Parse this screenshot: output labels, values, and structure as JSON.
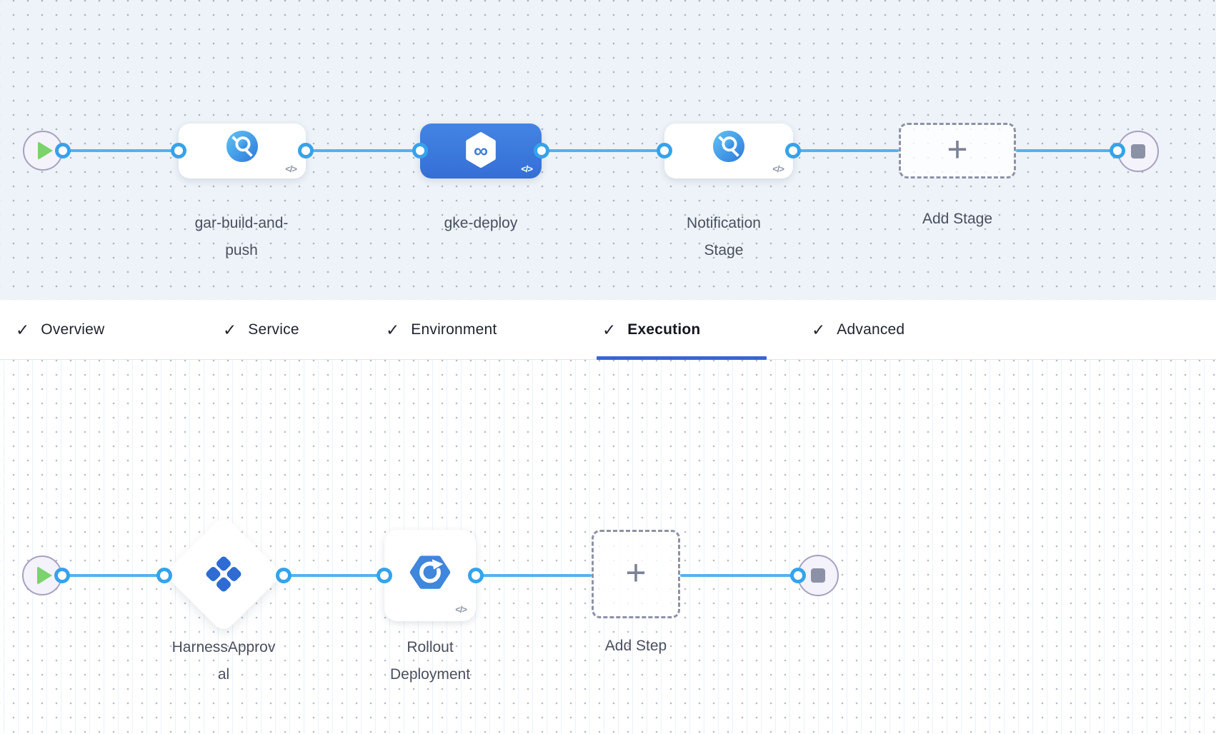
{
  "stage_flow": {
    "start": {
      "icon": "play-icon"
    },
    "end": {
      "icon": "stop-icon"
    },
    "stages": [
      {
        "label": "gar-build-and-push",
        "label_lines": [
          "gar-build-and-",
          "push"
        ],
        "icon": "build-stage-icon",
        "selected": false,
        "code_badge": "</>"
      },
      {
        "label": "gke-deploy",
        "label_lines": [
          "gke-deploy"
        ],
        "icon": "deploy-stage-icon",
        "selected": true,
        "code_badge": "</>"
      },
      {
        "label": "Notification Stage",
        "label_lines": [
          "Notification",
          "Stage"
        ],
        "icon": "build-stage-icon",
        "selected": false,
        "code_badge": "</>"
      }
    ],
    "add_stage_label": "Add Stage"
  },
  "tabs": [
    {
      "label": "Overview",
      "checked": true,
      "active": false
    },
    {
      "label": "Service",
      "checked": true,
      "active": false
    },
    {
      "label": "Environment",
      "checked": true,
      "active": false
    },
    {
      "label": "Execution",
      "checked": true,
      "active": true
    },
    {
      "label": "Advanced",
      "checked": true,
      "active": false
    }
  ],
  "execution_flow": {
    "start": {
      "icon": "play-icon"
    },
    "end": {
      "icon": "stop-icon"
    },
    "steps": [
      {
        "label": "HarnessApproval",
        "label_lines": [
          "HarnessApprov",
          "al"
        ],
        "icon": "approval-step-icon",
        "shape": "diamond"
      },
      {
        "label": "Rollout Deployment",
        "label_lines": [
          "Rollout",
          "Deployment"
        ],
        "icon": "rollout-deployment-step-icon",
        "shape": "card",
        "code_badge": "</>"
      }
    ],
    "add_step_label": "Add Step"
  },
  "glyphs": {
    "check": "✓",
    "plus": "+",
    "code_badge": "</>"
  },
  "colors": {
    "selected_stage_blue": "#3c7de0",
    "connector_blue": "#54b1ec",
    "connector_point_blue": "#35a3eb",
    "active_tab_underline": "#3567d1",
    "play_green": "#7cd26d",
    "stop_gray": "#8c92a6",
    "label_gray": "#4a4f5e",
    "canvas_top_bg": "#edf3f8",
    "canvas_bottom_bg": "#ffffff"
  }
}
